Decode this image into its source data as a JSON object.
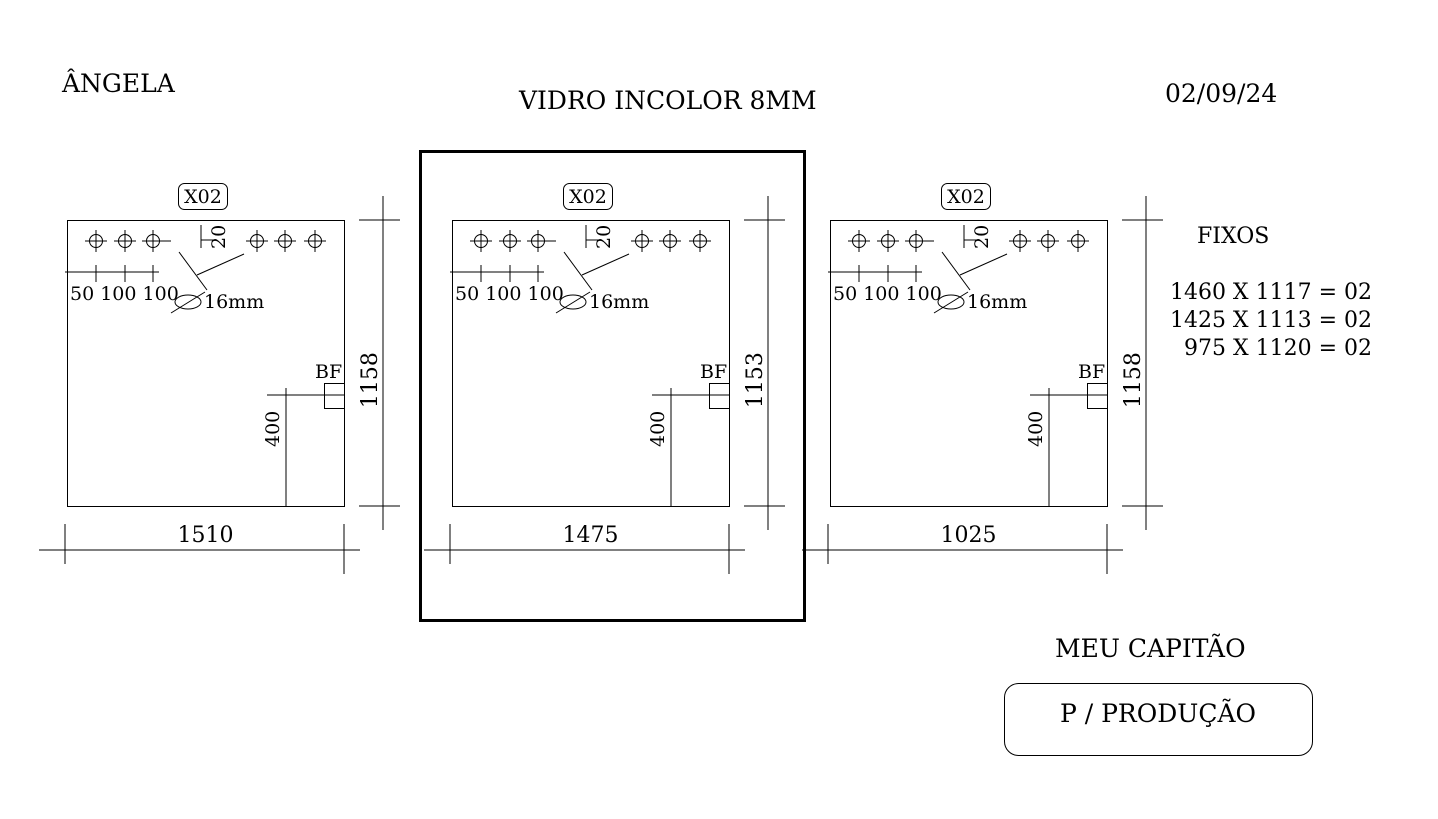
{
  "header": {
    "client": "ÂNGELA",
    "material": "VIDRO INCOLOR 8MM",
    "date": "02/09/24"
  },
  "panels": [
    {
      "tag": "X02",
      "width_label": "1510",
      "height_label": "1158",
      "hole_spacing": [
        "50",
        "100",
        "100"
      ],
      "hole_offset": "20",
      "hole_diameter": "16mm",
      "lock_label": "BF",
      "lock_height": "400",
      "highlighted": false
    },
    {
      "tag": "X02",
      "width_label": "1475",
      "height_label": "1153",
      "hole_spacing": [
        "50",
        "100",
        "100"
      ],
      "hole_offset": "20",
      "hole_diameter": "16mm",
      "lock_label": "BF",
      "lock_height": "400",
      "highlighted": true
    },
    {
      "tag": "X02",
      "width_label": "1025",
      "height_label": "1158",
      "hole_spacing": [
        "50",
        "100",
        "100"
      ],
      "hole_offset": "20",
      "hole_diameter": "16mm",
      "lock_label": "BF",
      "lock_height": "400",
      "highlighted": false
    }
  ],
  "fixos": {
    "title": "FIXOS",
    "items": [
      "1460 X 1117 = 02",
      "1425 X 1113 = 02",
      "975 X 1120 = 02"
    ]
  },
  "footer": {
    "seller": "MEU CAPITÃO",
    "status": "P / PRODUÇÃO"
  },
  "colors": {
    "ink": "#000000",
    "paper": "#ffffff"
  }
}
